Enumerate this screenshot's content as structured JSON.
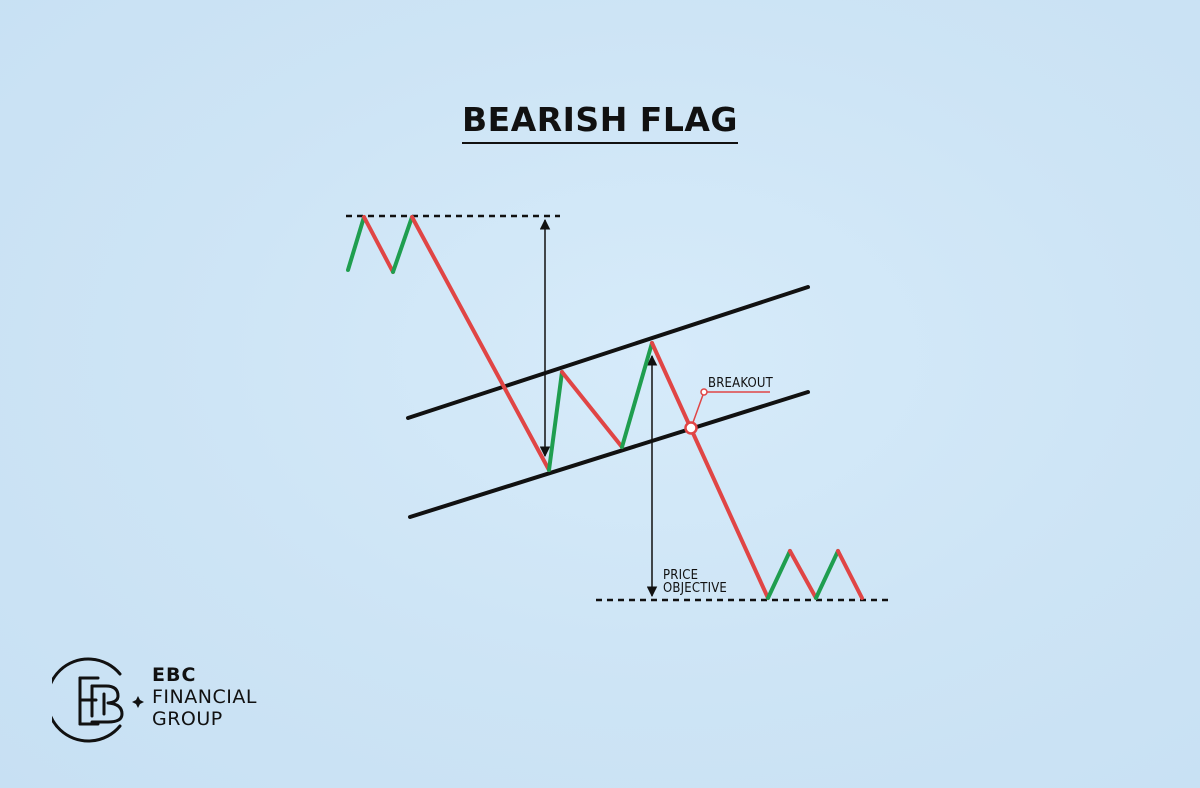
{
  "title": "BEARISH FLAG",
  "labels": {
    "breakout": "BREAKOUT",
    "price_objective_line1": "PRICE",
    "price_objective_line2": "OBJECTIVE"
  },
  "brand": {
    "line1": "EBC",
    "line2": "FINANCIAL",
    "line3": "GROUP"
  },
  "colors": {
    "background": "#cfe6f7",
    "bearish_leg": "#e04545",
    "bullish_leg": "#1f9e4f",
    "channel_lines": "#111111",
    "breakout_marker": "#e04545"
  },
  "icons": {
    "logo": "ebc-monogram-logo",
    "sparkle": "sparkle-icon"
  }
}
